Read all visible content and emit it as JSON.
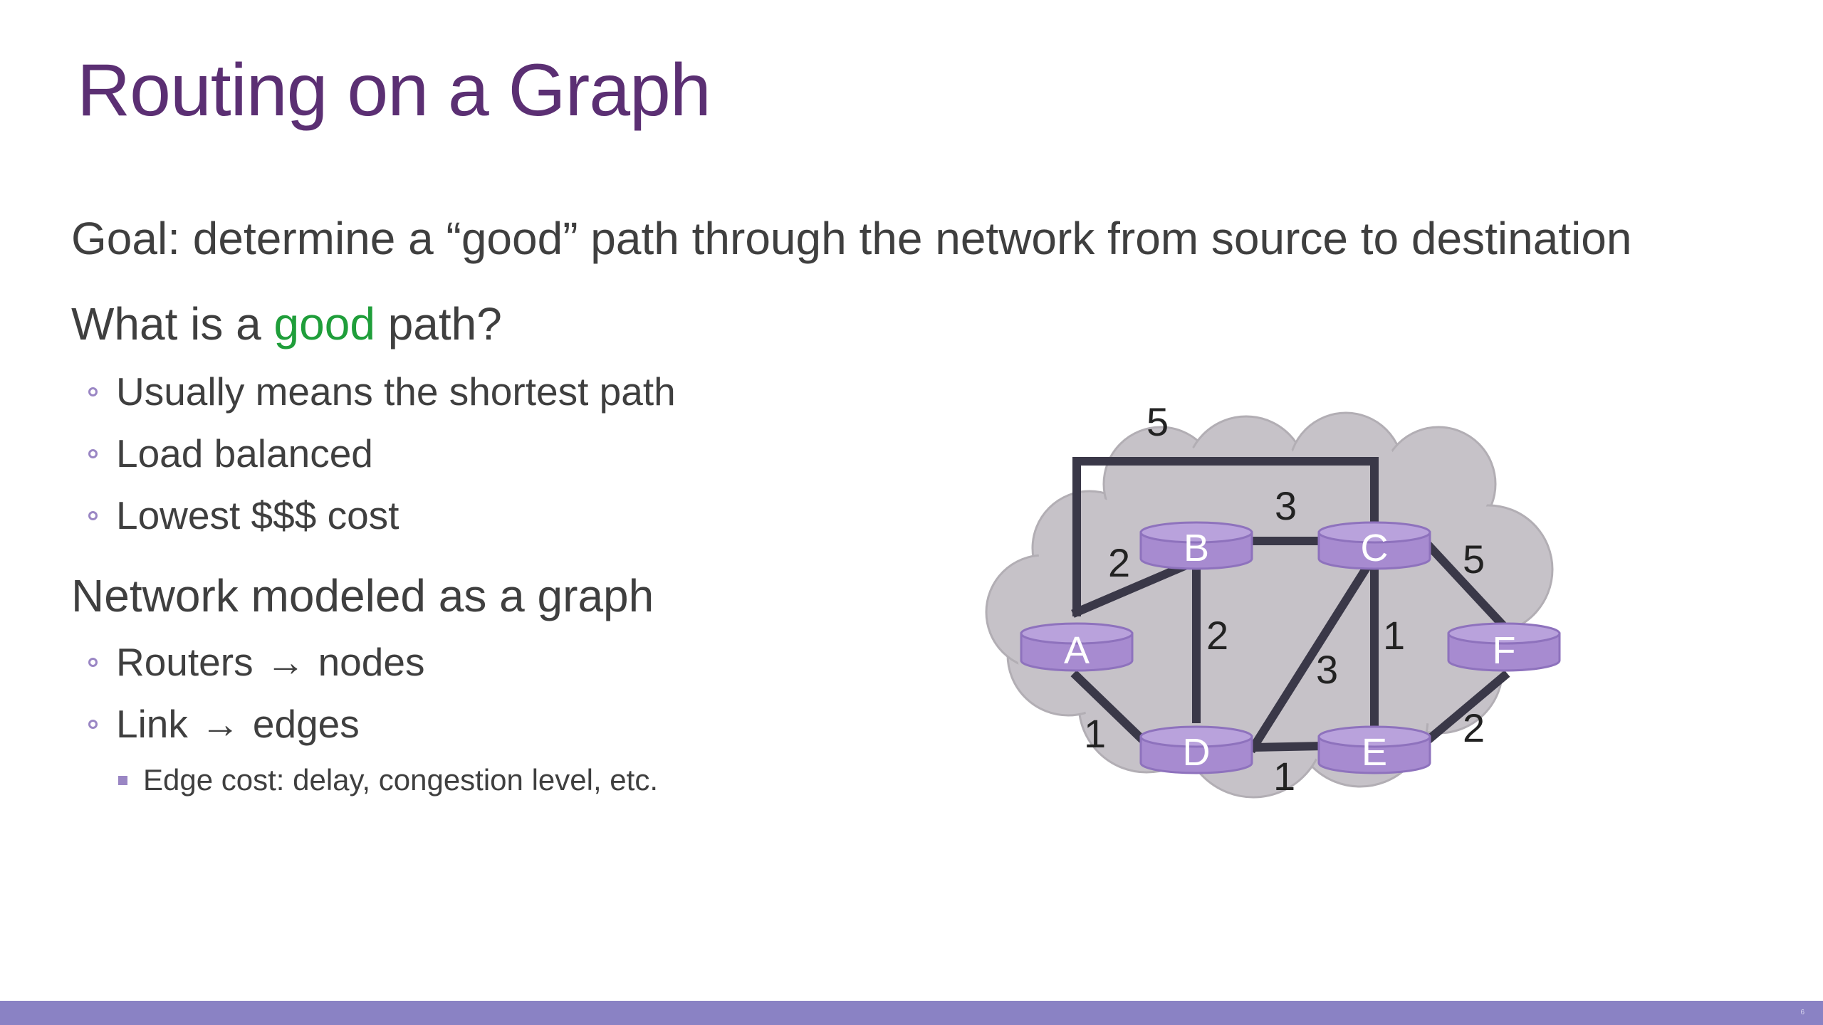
{
  "slide": {
    "title": "Routing on a Graph",
    "goal": "Goal: determine a “good” path through the network from source to destination",
    "question_prefix": "What is a ",
    "question_highlight": "good",
    "question_suffix": " path?",
    "good_bullets": [
      "Usually means the shortest path",
      "Load balanced",
      "Lowest $$$ cost"
    ],
    "model_heading": "Network modeled as a graph",
    "model_bullets": [
      {
        "left": "Routers",
        "arrow": "→",
        "right": "nodes"
      },
      {
        "left": "Link",
        "arrow": "→",
        "right": "edges"
      }
    ],
    "sub_bullet": "Edge cost: delay, congestion level, etc.",
    "slide_number": "6"
  },
  "colors": {
    "title": "#5b2f73",
    "highlight": "#1f9e3a",
    "node_fill": "#a78bd0",
    "cloud_fill": "#c6c2c8",
    "edge_stroke": "#3a3848",
    "footer": "#8a82c4"
  },
  "graph": {
    "nodes": [
      "A",
      "B",
      "C",
      "D",
      "E",
      "F"
    ],
    "edges": [
      {
        "from": "A",
        "to": "C",
        "cost": "5"
      },
      {
        "from": "A",
        "to": "B",
        "cost": "2"
      },
      {
        "from": "B",
        "to": "C",
        "cost": "3"
      },
      {
        "from": "B",
        "to": "D",
        "cost": "2"
      },
      {
        "from": "A",
        "to": "D",
        "cost": "1"
      },
      {
        "from": "C",
        "to": "D",
        "cost": "3"
      },
      {
        "from": "C",
        "to": "E",
        "cost": "1"
      },
      {
        "from": "D",
        "to": "E",
        "cost": "1"
      },
      {
        "from": "C",
        "to": "F",
        "cost": "5"
      },
      {
        "from": "E",
        "to": "F",
        "cost": "2"
      }
    ]
  }
}
